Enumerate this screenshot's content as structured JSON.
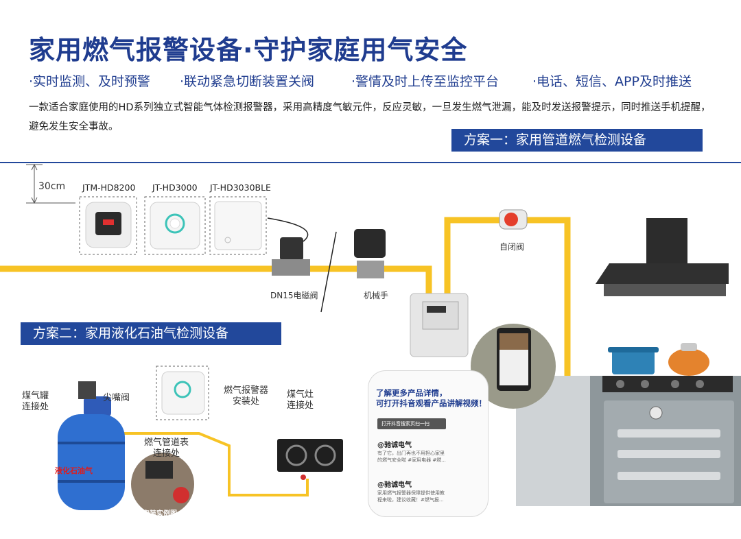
{
  "title": "家用燃气报警设备·守护家庭用气安全",
  "features": [
    "·实时监测、及时预警",
    "·联动紧急切断装置关阀",
    "·警情及时上传至监控平台",
    "·电话、短信、APP及时推送"
  ],
  "description": "一款适合家庭使用的HD系列独立式智能气体检测报警器，采用高精度气敏元件，反应灵敏，一旦发生燃气泄漏，能及时发送报警提示，同时推送手机提醒，避免发生安全事故。",
  "plan1": "方案一：家用管道燃气检测设备",
  "plan2": "方案二：家用液化石油气检测设备",
  "height_label": "30cm",
  "models": [
    "JTM-HD8200",
    "JT-HD3000",
    "JT-HD3030BLE"
  ],
  "labels": {
    "solenoid": "DN15电磁阀",
    "manipulator": "机械手",
    "self_close": "自闭阀",
    "tank_conn": [
      "煤气罐",
      "连接处"
    ],
    "tip_valve": "尖嘴阀",
    "alarm_install": [
      "燃气报警器",
      "安装处"
    ],
    "stove_conn": [
      "煤气灶",
      "连接处"
    ],
    "pipe_meter": [
      "燃气管道表",
      "连接处"
    ],
    "tank_text": "液化石油气",
    "install_example": "安装实例图"
  },
  "card": {
    "head1": "了解更多产品详情，",
    "head2": "可打开抖音观看产品讲解视频！",
    "search": "打开抖音搜索页扫一扫",
    "items": [
      {
        "brand": "@驰诚电气",
        "caption": "有了它，出门再也不用担心家里的燃气安全啦 #家用电器 #燃..."
      },
      {
        "brand": "@驰诚电气",
        "caption": "家用燃气报警器保障提供使用教程来啦，建议收藏！#燃气报..."
      }
    ]
  },
  "colors": {
    "brand_blue": "#22489b",
    "pipe_yellow": "#f7c325",
    "title_blue": "#1f3c8f"
  }
}
